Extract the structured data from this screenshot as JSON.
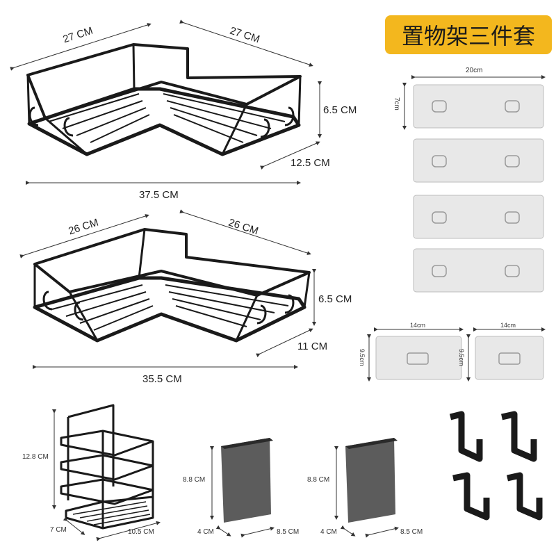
{
  "title": "置物架三件套",
  "rack_top": {
    "side_a": "27 CM",
    "side_b": "27 CM",
    "height": "6.5 CM",
    "depth": "12.5 CM",
    "width": "37.5 CM"
  },
  "rack_mid": {
    "side_a": "26 CM",
    "side_b": "26 CM",
    "height": "6.5 CM",
    "depth": "11 CM",
    "width": "35.5 CM"
  },
  "adhesive_large": {
    "width": "20cm",
    "height": "7cm"
  },
  "adhesive_small": [
    {
      "width": "14cm",
      "height": "9.5cm"
    },
    {
      "width": "14cm",
      "height": "9.5cm"
    }
  ],
  "basket": {
    "height": "12.8 CM",
    "depth": "7 CM",
    "width": "10.5 CM"
  },
  "cups": [
    {
      "height": "8.8 CM",
      "depth": "4 CM",
      "width": "8.5 CM"
    },
    {
      "height": "8.8 CM",
      "depth": "4 CM",
      "width": "8.5 CM"
    }
  ],
  "colors": {
    "badge": "#f3b71e",
    "metal": "#1a1a1a",
    "pad": "#e6e6e6",
    "cup": "#4a4a4a"
  }
}
